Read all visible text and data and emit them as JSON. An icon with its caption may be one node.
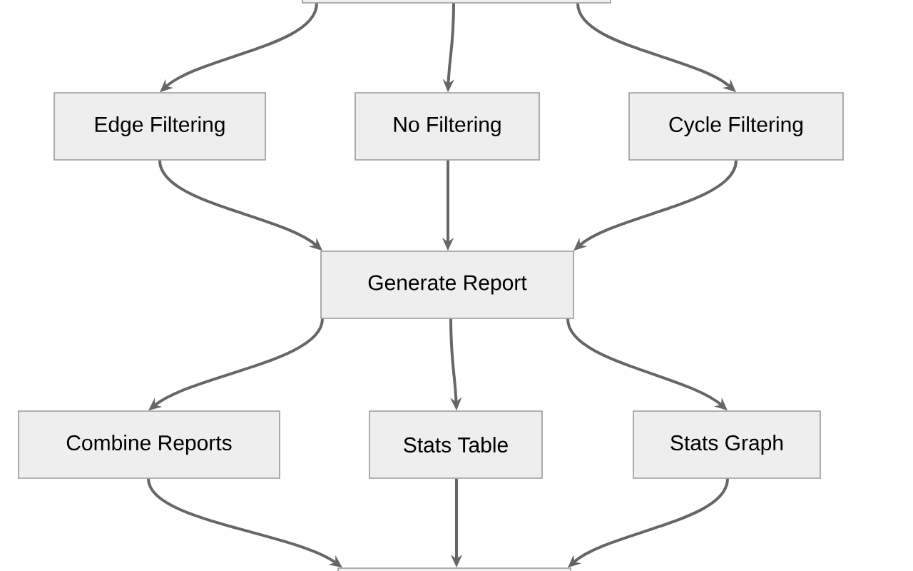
{
  "diagram": {
    "nodes": [
      {
        "text": [],
        "shape": "box"
      },
      {
        "text": [
          "Edge Filtering"
        ]
      },
      {
        "text": [
          "No Filtering"
        ]
      },
      {
        "text": [
          "Cycle Filtering"
        ]
      },
      {
        "text": [
          "Generate Report"
        ]
      },
      {
        "text": [
          "Combine Reports"
        ]
      },
      {
        "text": [
          "Stats Table"
        ]
      },
      {
        "text": [
          "Stats Graph"
        ]
      },
      {
        "text": [],
        "shape": "box"
      }
    ],
    "edges": [
      {
        "from": 0,
        "to": 1,
        "arrow": "to"
      },
      {
        "from": 0,
        "to": 2,
        "arrow": "to"
      },
      {
        "from": 0,
        "to": 3,
        "arrow": "to"
      },
      {
        "from": 1,
        "to": 4,
        "arrow": "to"
      },
      {
        "from": 2,
        "to": 4,
        "arrow": "to"
      },
      {
        "from": 3,
        "to": 4,
        "arrow": "to"
      },
      {
        "from": 4,
        "to": 5,
        "arrow": "to"
      },
      {
        "from": 4,
        "to": 6,
        "arrow": "to"
      },
      {
        "from": 4,
        "to": 7,
        "arrow": "to"
      },
      {
        "from": 5,
        "to": 8,
        "arrow": "to"
      },
      {
        "from": 6,
        "to": 8,
        "arrow": "to"
      },
      {
        "from": 7,
        "to": 8,
        "arrow": "to"
      }
    ]
  }
}
